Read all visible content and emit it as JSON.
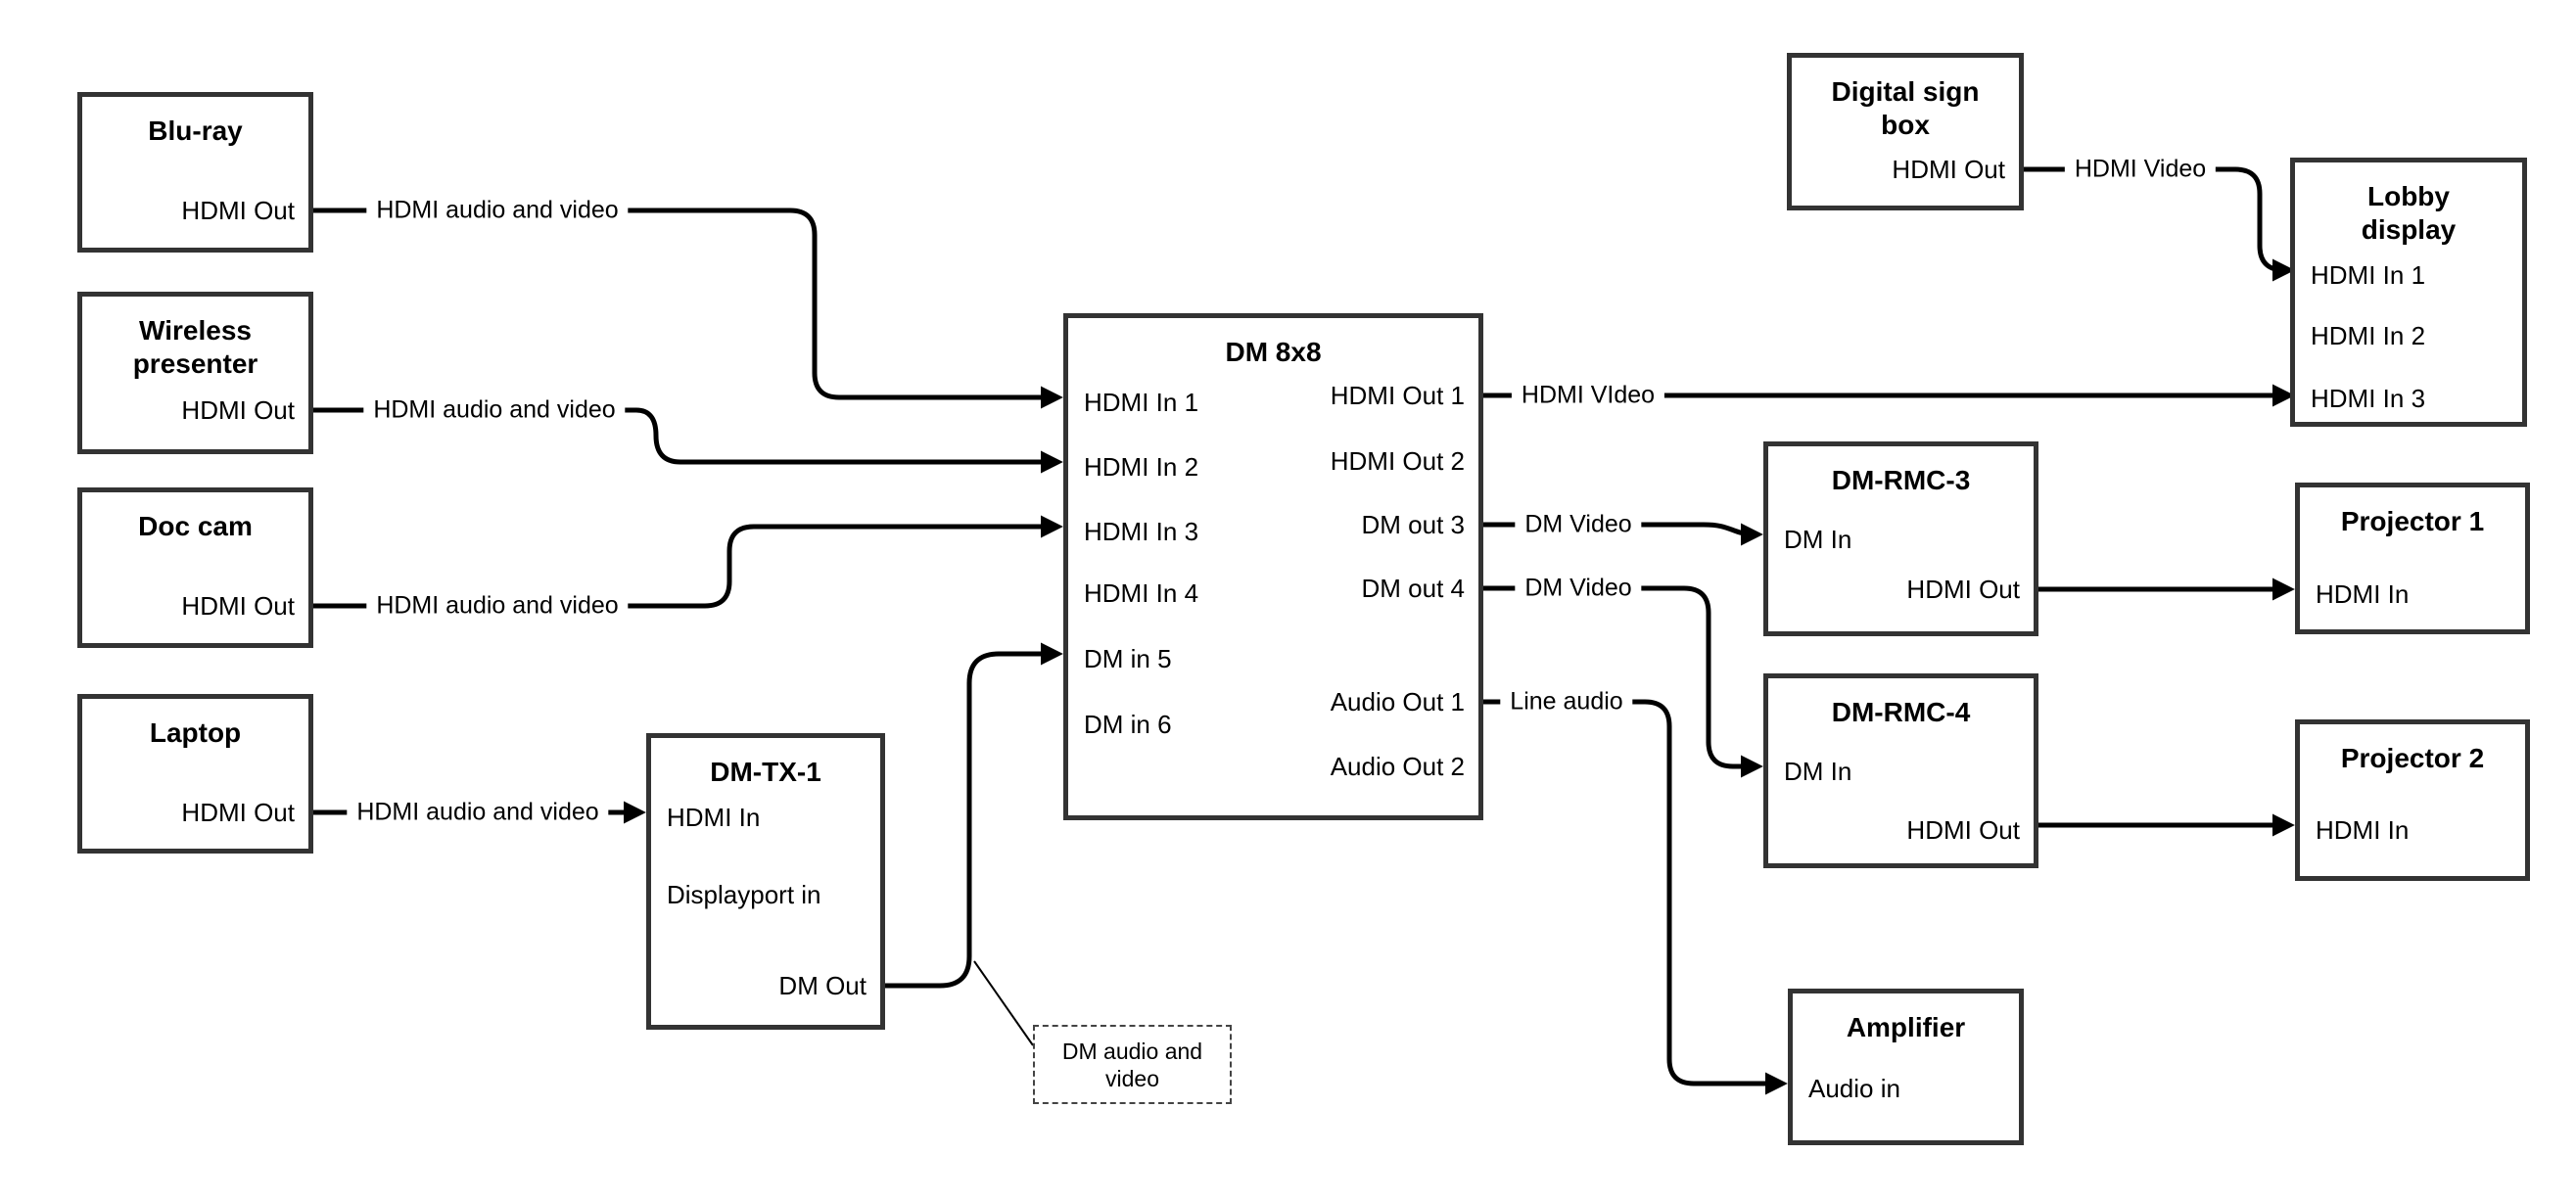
{
  "boxes": [
    {
      "id": "bluray",
      "title": "Blu-ray",
      "ports": [
        "HDMI Out"
      ]
    },
    {
      "id": "wireless-presenter",
      "title": "Wireless presenter",
      "ports": [
        "HDMI Out"
      ]
    },
    {
      "id": "doc-cam",
      "title": "Doc cam",
      "ports": [
        "HDMI Out"
      ]
    },
    {
      "id": "laptop",
      "title": "Laptop",
      "ports": [
        "HDMI Out"
      ]
    },
    {
      "id": "dm-tx-1",
      "title": "DM-TX-1",
      "ports": [
        "HDMI In",
        "Displayport in",
        "DM Out"
      ]
    },
    {
      "id": "dm-8x8",
      "title": "DM 8x8",
      "ports": [
        "HDMI In 1",
        "HDMI In 2",
        "HDMI In 3",
        "HDMI In 4",
        "DM in 5",
        "DM in 6",
        "HDMI Out 1",
        "HDMI Out 2",
        "DM out 3",
        "DM out 4",
        "Audio Out 1",
        "Audio Out 2"
      ]
    },
    {
      "id": "digital-sign-box",
      "title": "Digital sign box",
      "ports": [
        "HDMI Out"
      ]
    },
    {
      "id": "lobby-display",
      "title": "Lobby display",
      "ports": [
        "HDMI In 1",
        "HDMI In 2",
        "HDMI In 3"
      ]
    },
    {
      "id": "dm-rmc-3",
      "title": "DM-RMC-3",
      "ports": [
        "DM In",
        "HDMI Out"
      ]
    },
    {
      "id": "projector-1",
      "title": "Projector 1",
      "ports": [
        "HDMI In"
      ]
    },
    {
      "id": "dm-rmc-4",
      "title": "DM-RMC-4",
      "ports": [
        "DM In",
        "HDMI Out"
      ]
    },
    {
      "id": "projector-2",
      "title": "Projector 2",
      "ports": [
        "HDMI In"
      ]
    },
    {
      "id": "amplifier",
      "title": "Amplifier",
      "ports": [
        "Audio in"
      ]
    }
  ],
  "edges": [
    {
      "from": "Blu-ray HDMI Out",
      "to": "DM 8x8 HDMI In 1",
      "label": "HDMI audio and video"
    },
    {
      "from": "Wireless presenter HDMI Out",
      "to": "DM 8x8 HDMI In 2",
      "label": "HDMI audio and video"
    },
    {
      "from": "Doc cam HDMI Out",
      "to": "DM 8x8 HDMI In 3",
      "label": "HDMI audio and video"
    },
    {
      "from": "Laptop HDMI Out",
      "to": "DM-TX-1 HDMI In",
      "label": "HDMI audio and video"
    },
    {
      "from": "DM-TX-1 DM Out",
      "to": "DM 8x8 DM in 5",
      "label": "DM audio and video",
      "label_style": "dashed-callout"
    },
    {
      "from": "DM 8x8 HDMI Out 1",
      "to": "Lobby display HDMI In 3",
      "label": "HDMI VIdeo"
    },
    {
      "from": "Digital sign box HDMI Out",
      "to": "Lobby display HDMI In 1",
      "label": "HDMI Video"
    },
    {
      "from": "DM 8x8 DM out 3",
      "to": "DM-RMC-3 DM In",
      "label": "DM Video"
    },
    {
      "from": "DM 8x8 DM out 4",
      "to": "DM-RMC-4 DM In",
      "label": "DM Video"
    },
    {
      "from": "DM 8x8 Audio Out 1",
      "to": "Amplifier Audio in",
      "label": "Line audio"
    },
    {
      "from": "DM-RMC-3 HDMI Out",
      "to": "Projector 1 HDMI In",
      "label": ""
    },
    {
      "from": "DM-RMC-4 HDMI Out",
      "to": "Projector 2 HDMI In",
      "label": ""
    }
  ],
  "colors": {
    "line": "#000000",
    "box_border": "#333333",
    "background": "#ffffff"
  }
}
